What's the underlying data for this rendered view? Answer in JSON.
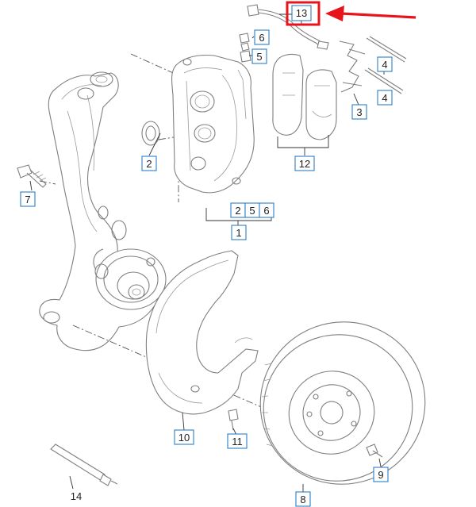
{
  "callouts": {
    "c1": "1",
    "c2_left": "2",
    "c2_group": "2",
    "c3": "3",
    "c4_top": "4",
    "c4_bottom": "4",
    "c5_top": "5",
    "c5_group": "5",
    "c6_top": "6",
    "c6_group": "6",
    "c7": "7",
    "c8": "8",
    "c9": "9",
    "c10": "10",
    "c11": "11",
    "c12": "12",
    "c13": "13",
    "c14": "14"
  },
  "highlight": {
    "target_callout": "13",
    "color": "#e8141b"
  },
  "colors": {
    "callout_border": "#2a7fc4",
    "line_art": "#7f7f7f"
  }
}
